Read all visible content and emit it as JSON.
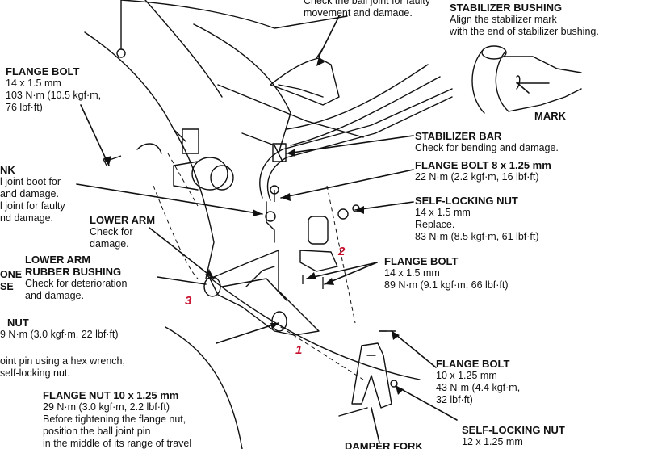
{
  "labels": {
    "top_partial": {
      "lines": [
        "Check the ball joint for faulty",
        "movement and damage."
      ]
    },
    "stab_bushing": {
      "title": "STABILIZER BUSHING",
      "lines": [
        "Align the stabilizer mark",
        "with the end of stabilizer bushing."
      ]
    },
    "mark": {
      "title": "MARK"
    },
    "flange_left": {
      "title": "FLANGE BOLT",
      "lines": [
        "14 x 1.5 mm",
        "103 N·m (10.5 kgf·m,",
        "76 lbf·ft)"
      ]
    },
    "link_partial": {
      "title": "NK",
      "lines": [
        "l joint boot for",
        "and damage.",
        "l joint for faulty",
        "nd damage."
      ]
    },
    "stab_bar": {
      "title": "STABILIZER BAR",
      "lines": [
        "Check for bending and damage."
      ]
    },
    "flange_8": {
      "title": "FLANGE BOLT 8 x 1.25 mm",
      "lines": [
        "22 N·m (2.2 kgf·m, 16 lbf·ft)"
      ]
    },
    "self_lock_14": {
      "title": "SELF-LOCKING NUT",
      "lines": [
        "14 x 1.5 mm",
        "Replace.",
        "83 N·m (8.5 kgf·m, 61 lbf·ft)"
      ]
    },
    "lower_arm": {
      "title": "LOWER ARM",
      "lines": [
        "Check for",
        "damage."
      ]
    },
    "lower_arm_bushing": {
      "title": "LOWER ARM",
      "title2": "RUBBER BUSHING",
      "lines": [
        "Check for deterioration",
        "and damage."
      ]
    },
    "one_se": {
      "lines": [
        "ONE",
        "SE"
      ]
    },
    "flange_14_89": {
      "title": "FLANGE BOLT",
      "lines": [
        "14 x 1.5 mm",
        "89 N·m (9.1 kgf·m, 66 lbf·ft)"
      ]
    },
    "nut_partial": {
      "title": "NUT",
      "lines": [
        "9 N·m (3.0 kgf·m, 22 lbf·ft)"
      ]
    },
    "joint_pin": {
      "lines": [
        "oint pin using a hex wrench,",
        "self-locking nut."
      ]
    },
    "flange_10": {
      "title": "FLANGE BOLT",
      "lines": [
        "10 x 1.25 mm",
        "43 N·m (4.4 kgf·m,",
        "32 lbf·ft)"
      ]
    },
    "flange_nut": {
      "title": "FLANGE NUT 10 x 1.25 mm",
      "lines": [
        "29 N·m (3.0 kgf·m, 2.2 lbf·ft)",
        "Before tightening the flange nut,",
        "position the ball joint pin",
        "in the middle of its range of travel"
      ]
    },
    "self_lock_12": {
      "title": "SELF-LOCKING NUT",
      "lines": [
        "12 x 1.25 mm"
      ]
    },
    "damper_fork": {
      "title": "DAMPER FORK"
    }
  },
  "callouts": [
    "1",
    "2",
    "3"
  ],
  "colors": {
    "ink": "#111111",
    "callout": "#c8102e"
  }
}
